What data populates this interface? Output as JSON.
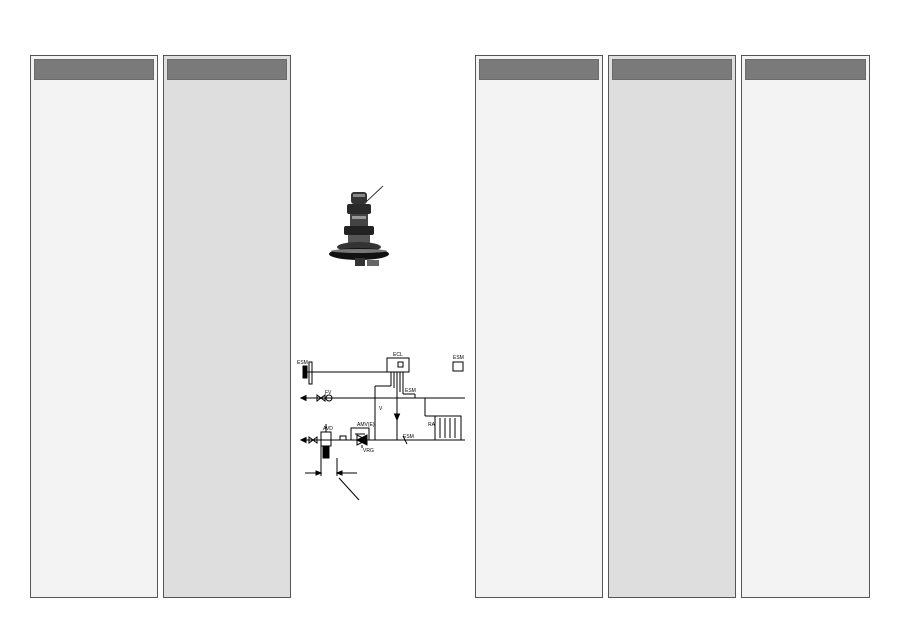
{
  "columns": [
    {
      "header": "",
      "shade": "light"
    },
    {
      "header": "",
      "shade": "dark"
    },
    {
      "header": "",
      "shade": "light"
    },
    {
      "header": "",
      "shade": "dark"
    },
    {
      "header": "",
      "shade": "light"
    }
  ],
  "diagram": {
    "labels": {
      "ecl": "ECL",
      "esm_outdoor": "ESM",
      "esm_room": "ESM",
      "esm_flow": "ESM",
      "esm_return": "ESM",
      "fv": "FV",
      "avd": "AVD",
      "ra": "RA",
      "v": "V",
      "amv": "AMV(E)",
      "vrg": "VRG"
    }
  }
}
